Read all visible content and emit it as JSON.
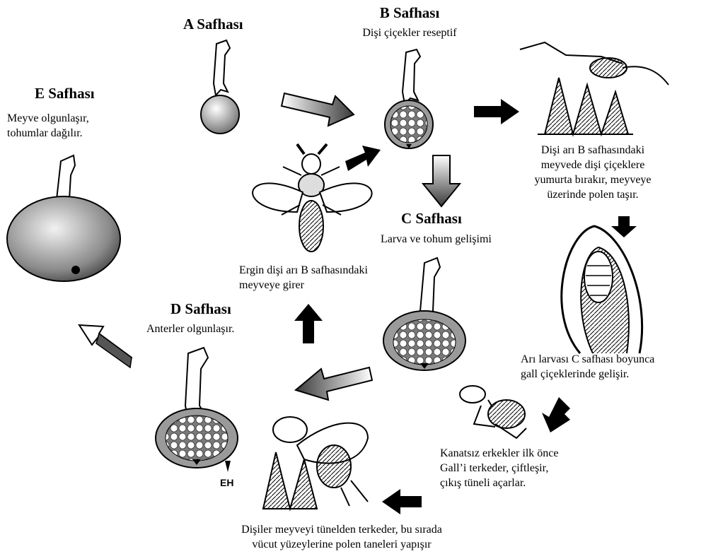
{
  "stages": {
    "a": {
      "title": "A Safhası"
    },
    "b": {
      "title": "B Safhası",
      "caption": "Dişi çiçekler reseptif"
    },
    "c": {
      "title": "C Safhası",
      "caption": "Larva ve tohum gelişimi"
    },
    "d": {
      "title": "D Safhası",
      "caption": "Anterler olgunlaşır."
    },
    "e": {
      "title": "E Safhası",
      "caption_lines": [
        "Meyve olgunlaşır,",
        "tohumlar dağılır."
      ]
    }
  },
  "notes": {
    "egg_laying": [
      "Dişi arı B safhasındaki",
      "meyvede dişi çiçeklere",
      "yumurta bırakır, meyveye",
      "üzerinde polen taşır."
    ],
    "larva": [
      "Arı larvası C safhası boyunca",
      "gall çiçeklerinde gelişir."
    ],
    "males": [
      "Kanatsız erkekler ilk önce",
      "Gall’i terkeder, çiftleşir,",
      "çıkış tüneli açarlar."
    ],
    "females_exit": [
      "Dişiler meyveyi tünelden terkeder, bu sırada",
      "vücut yüzeylerine polen taneleri yapışır"
    ],
    "adult_female": [
      "Ergin dişi arı B safhasındaki",
      "meyveye girer"
    ]
  },
  "label_eh": "EH",
  "colors": {
    "fruit": "#a8a8a8",
    "fruit_dark": "#5a5a5a",
    "arrow_dark": "#000000",
    "arrow_light": "#ffffff"
  }
}
